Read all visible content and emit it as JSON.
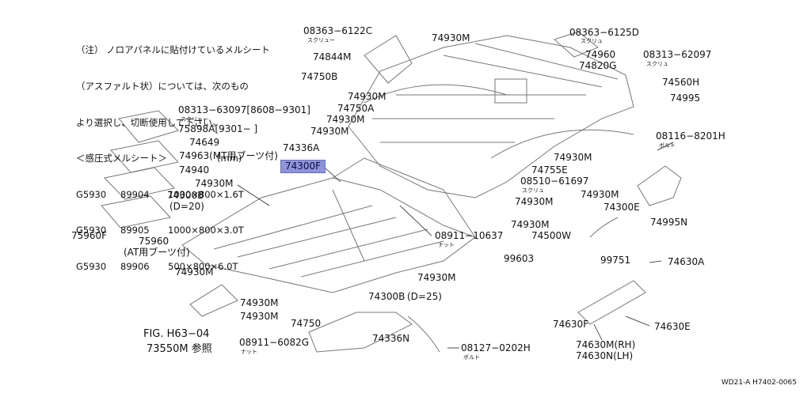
{
  "notes": {
    "lines": [
      "（注） ノロアパネルに貼付けているメルシート",
      "（アスファルト状）については、次のもの",
      "より選択し、切断使用して下さい。",
      "＜感圧式メルシート＞"
    ],
    "unit": "(mm)",
    "sheets": [
      {
        "prefix": "G5930",
        "number": "89904",
        "size": "1000×800×1.6T"
      },
      {
        "prefix": "G5930",
        "number": "89905",
        "size": "1000×800×3.0T"
      },
      {
        "prefix": "G5930",
        "number": "89906",
        "size": "500×800×6.0T"
      }
    ]
  },
  "labels": {
    "p08363_6122c": "08363−6122C",
    "p74844m": "74844M",
    "p74750b": "74750B",
    "p74930m_a": "74930M",
    "p08363_6125d": "08363−6125D",
    "p74960": "74960",
    "p74820g": "74820G",
    "p08313_62097": "08313−62097",
    "p74560h": "74560H",
    "p74995": "74995",
    "p08313_63097": "08313−63097[8608−9301]",
    "p75898a": "75898A[9301−        ]",
    "p74649": "74649",
    "p74963": "74963(MT用ブーツ付)",
    "p74940": "74940",
    "p74300b_20": "74300B",
    "d20": "(D=20)",
    "p75960f": "75960F",
    "p75960": "75960",
    "at_boots": "(AT用ブーツ付)",
    "p74930m_b": "74930M",
    "p74750a": "74750A",
    "p74930m_c": "74930M",
    "p74930m_d": "74930M",
    "p74336a": "74336A",
    "p74300f": "74300F",
    "p08116_8201h": "08116−8201H",
    "p74930m_e": "74930M",
    "p74755e": "74755E",
    "p08510_61697": "08510−61697",
    "p74930m_f": "74930M",
    "p74930m_g": "74930M",
    "p74300e": "74300E",
    "p74930m_h": "74930M",
    "p74995n": "74995N",
    "p74930m_i": "74930M",
    "p74500w": "74500W",
    "p08911_10637": "08911−10637",
    "p99603": "99603",
    "p99751": "99751",
    "p74630a": "74630A",
    "p74930m_j": "74930M",
    "p74930m_k": "74930M",
    "p74930m_l": "74930M",
    "p74930m_m": "74930M",
    "p74300b_25": "74300B",
    "d25": "(D=25)",
    "p74750": "74750",
    "p74336n": "74336N",
    "p08127_0202h": "08127−0202H",
    "p08911_6082g": "08911−6082G",
    "p74630f": "74630F",
    "p74630e": "74630E",
    "p74630m": "74630M(RH)",
    "p74630n": "74630N(LH)"
  },
  "subtext": {
    "screw": "スクリュー",
    "screw2": "スクリュ",
    "nut": "ナット",
    "bolt": "ボルト"
  },
  "fig": {
    "ref": "FIG. H63−04",
    "see": "73550M 参照"
  },
  "code": "WD21-A H7402-0065"
}
